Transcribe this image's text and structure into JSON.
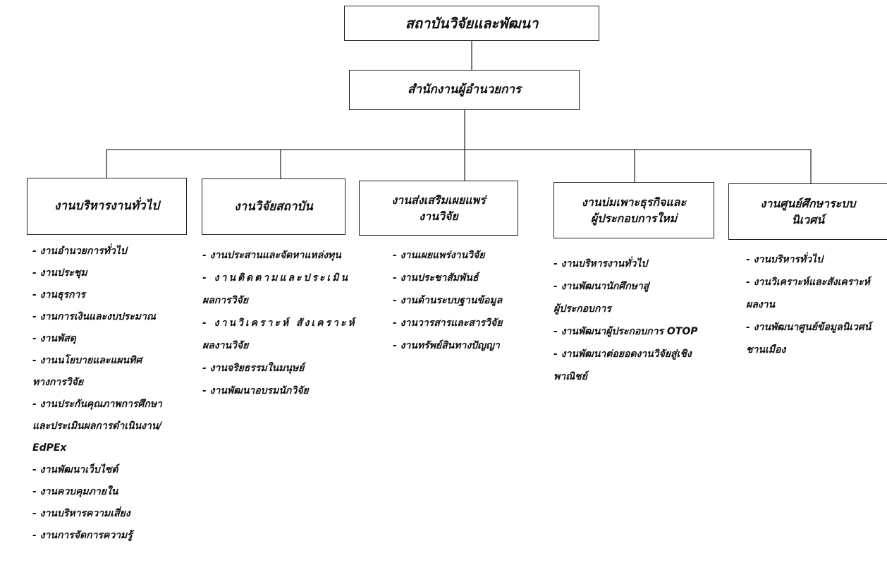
{
  "root": {
    "title": "สถาบันวิจัยและพัฒนา"
  },
  "office": {
    "title": "สำนักงานผู้อำนวยการ"
  },
  "divisions": [
    {
      "title": [
        "งานบริหารงานทั่วไป"
      ],
      "items": [
        [
          "- งานอำนวยการทั่วไป"
        ],
        [
          "- งานประชุม"
        ],
        [
          "- งานธุรการ"
        ],
        [
          "- งานการเงินและงบประมาณ"
        ],
        [
          "- งานพัสดุ"
        ],
        [
          "- งานนโยบายและแผนทิศ",
          "ทางการวิจัย"
        ],
        [
          "- งานประกันคุณภาพการศึกษา",
          "และประเมินผลการดำเนินงาน/",
          "EdPEx"
        ],
        [
          "- งานพัฒนาเว็บไซต์"
        ],
        [
          "- งานควบคุมภายใน"
        ],
        [
          "- งานบริหารความเสี่ยง"
        ],
        [
          "- งานการจัดการความรู้"
        ]
      ]
    },
    {
      "title": [
        "งานวิจัยสถาบัน"
      ],
      "items": [
        [
          "- งานประสานและจัดหาแหล่งทุน"
        ],
        [
          "- งานติดตามและประเมิน",
          "ผลการวิจัย"
        ],
        [
          "- งานวิเคราะห์ สังเคราะห์",
          "ผลงานวิจัย"
        ],
        [
          "- งานจริยธรรมในมนุษย์"
        ],
        [
          "- งานพัฒนาอบรมนักวิจัย"
        ]
      ]
    },
    {
      "title": [
        "งานส่งเสริมเผยแพร่",
        "งานวิจัย"
      ],
      "items": [
        [
          "- งานเผยแพร่งานวิจัย"
        ],
        [
          "- งานประชาสัมพันธ์"
        ],
        [
          "- งานด้านระบบฐานข้อมูล"
        ],
        [
          "- งานวารสารและสารวิจัย"
        ],
        [
          "- งานทรัพย์สินทางปัญญา"
        ]
      ]
    },
    {
      "title": [
        "งานบ่มเพาะธุรกิจและ",
        "ผู้ประกอบการใหม่"
      ],
      "items": [
        [
          "- งานบริหารงานทั่วไป"
        ],
        [
          "- งานพัฒนานักศึกษาสู่",
          "ผู้ประกอบการ"
        ],
        [
          "-  งานพัฒนาผู้ประกอบการ OTOP"
        ],
        [
          "- งานพัฒนาต่อยอดงานวิจัยสู่เชิง",
          "พาณิชย์"
        ]
      ]
    },
    {
      "title": [
        "งานศูนย์ศึกษาระบบ",
        "นิเวศน์"
      ],
      "items": [
        [
          "- งานบริหารทั่วไป"
        ],
        [
          "- งานวิเคราะห์และสังเคราะห์",
          "ผลงาน"
        ],
        [
          "- งานพัฒนาศูนย์ข้อมูลนิเวศน์",
          "ชานเมือง"
        ]
      ]
    }
  ]
}
